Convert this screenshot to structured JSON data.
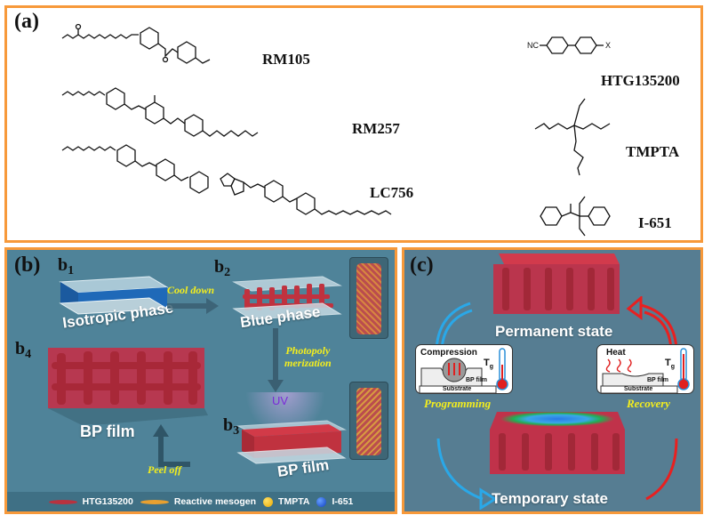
{
  "panels": {
    "a": {
      "label": "(a)",
      "molecules": [
        {
          "name": "RM105"
        },
        {
          "name": "RM257"
        },
        {
          "name": "LC756"
        },
        {
          "name": "HTG135200",
          "atoms": {
            "left": "NC",
            "right": "X"
          }
        },
        {
          "name": "TMPTA"
        },
        {
          "name": "I-651"
        }
      ]
    },
    "b": {
      "label": "(b)",
      "steps": {
        "b1": {
          "letter": "b",
          "index": "1",
          "caption": "Isotropic phase"
        },
        "b2": {
          "letter": "b",
          "index": "2",
          "caption": "Blue phase"
        },
        "b3": {
          "letter": "b",
          "index": "3",
          "caption": "BP film"
        },
        "b4": {
          "letter": "b",
          "index": "4",
          "caption": "BP film"
        }
      },
      "arrows": {
        "cool": "Cool down",
        "photo_line1": "Photopoly",
        "photo_line2": "merization",
        "peel": "Peel off"
      },
      "uv_label": "UV",
      "legend": [
        {
          "label": "HTG135200",
          "shape": "rod",
          "color": "#b8323f"
        },
        {
          "label": "Reactive mesogen",
          "shape": "rod",
          "color": "#e8a030"
        },
        {
          "label": "TMPTA",
          "shape": "dot",
          "color": "#e8b400"
        },
        {
          "label": "I-651",
          "shape": "dot",
          "color": "#1a56e0"
        }
      ]
    },
    "c": {
      "label": "(c)",
      "permanent": "Permanent state",
      "temporary": "Temporary state",
      "programming": "Programming",
      "recovery": "Recovery",
      "compression_card": {
        "title": "Compression",
        "tg": "T",
        "tg_sub": "g",
        "film": "BP film",
        "substrate": "Substrate"
      },
      "heat_card": {
        "title": "Heat",
        "tg": "T",
        "tg_sub": "g",
        "film": "BP film",
        "substrate": "Substrate"
      },
      "colors": {
        "programming_arrow": "#2aa8e8",
        "recovery_arrow": "#e82020"
      }
    }
  }
}
